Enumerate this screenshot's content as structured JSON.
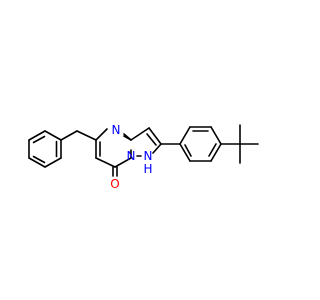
{
  "molecule": {
    "colors": {
      "bond": "#000000",
      "nitrogen": "#0000ff",
      "oxygen": "#ff0000"
    },
    "atom_labels": {
      "n_ring_top": "N",
      "n_bridge": "N",
      "nh_pyrazole": "N",
      "nh_hydrogen": "H",
      "oxygen": "O"
    }
  }
}
